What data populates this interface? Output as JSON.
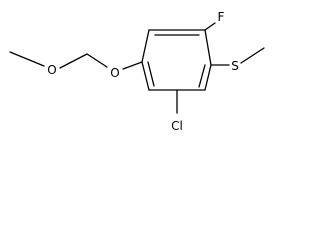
{
  "structure": {
    "atoms": {
      "fluorine": "F",
      "chlorine": "Cl",
      "sulfur": "S",
      "ether_oxygen_ring": "O",
      "ether_oxygen_methoxy": "O"
    },
    "colors": {
      "bond": "#000000",
      "label": "#000000",
      "background": "#ffffff"
    }
  }
}
